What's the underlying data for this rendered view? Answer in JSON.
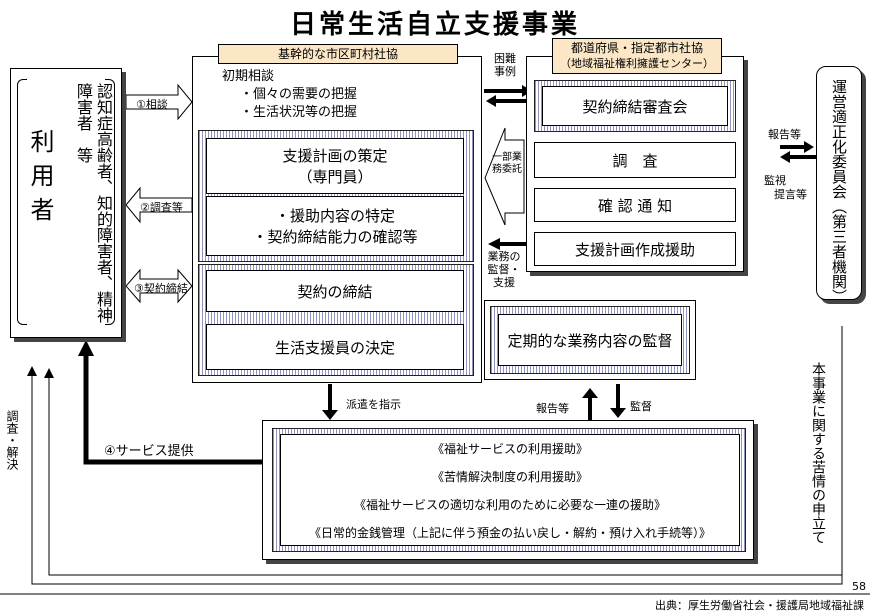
{
  "title": "日常生活自立支援事業",
  "user": {
    "label": "利用者",
    "desc": "認知症高齢者、知的障害者、精神障害者　等"
  },
  "municipal": {
    "header": "基幹的な市区町村社協",
    "initial_title": "初期相談",
    "initial_item1": "・個々の需要の把握",
    "initial_item2": "・生活状況等の把握",
    "plan_line1": "支援計画の策定",
    "plan_line2": "（専門員）",
    "spec_line1": "・援助内容の特定",
    "spec_line2": "・契約締結能力の確認等",
    "contract": "契約の締結",
    "decision": "生活支援員の決定"
  },
  "prefecture": {
    "header_line1": "都道府県・指定都市社協",
    "header_line2": "（地域福祉権利擁護センター）",
    "review": "契約締結審査会",
    "survey": "調　査",
    "confirm": "確 認 通 知",
    "support": "支援計画作成援助",
    "supervision": "定期的な業務内容の監督"
  },
  "committee": "運営適正化委員会（第三者機関）",
  "services": {
    "item1": "《福祉サービスの利用援助》",
    "item2": "《苦情解決制度の利用援助》",
    "item3": "《福祉サービスの適切な利用のために必要な一連の援助》",
    "item4": "《日常的金銭管理（上記に伴う預金の払い戻し・解約・預け入れ手続等）》"
  },
  "labels": {
    "consult": "①相談",
    "investigate": "②調査等",
    "contract": "③契約締結",
    "service": "④サービス提供",
    "difficult": "困難事例",
    "partial": "一部業務委託",
    "oversight": "業務の監督・支援",
    "dispatch": "派遣を指示",
    "report": "報告等",
    "supervise": "監督",
    "report2": "報告等",
    "monitor1": "監視",
    "monitor2": "提言等",
    "survey_resolve": "調査・解決",
    "complaint": "本事業に関する苦情の申立て"
  },
  "page_number": "58",
  "source": "出典：厚生労働省社会・援護局地域福祉課"
}
